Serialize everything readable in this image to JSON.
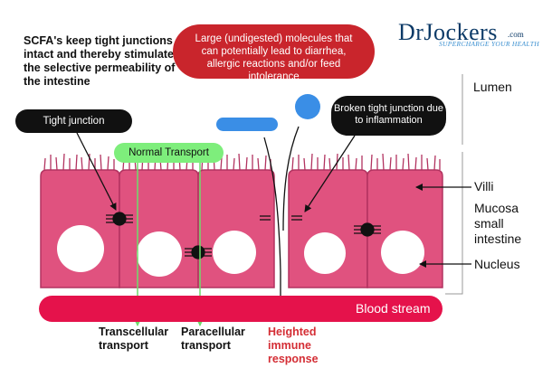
{
  "intro_text": "SCFA's keep tight junctions intact and thereby stimulate the selective permeability of the intestine",
  "danger_callout": "Large (undigested) molecules that can potentially lead to diarrhea, allergic reactions and/or feed intolerance",
  "logo": {
    "name": "DrJockers",
    "domain": ".com",
    "tagline": "SUPERCHARGE YOUR HEALTH"
  },
  "labels": {
    "tight_junction": "Tight junction",
    "broken_tight_junction": "Broken tight junction due to inflammation",
    "normal_transport": "Normal Transport",
    "lumen": "Lumen",
    "villi": "Villi",
    "mucosa": "Mucosa small intestine",
    "nucleus": "Nucleus",
    "blood_stream": "Blood stream",
    "transcellular": "Transcellular transport",
    "paracellular": "Paracellular transport",
    "immune_response": "Heighted immune response"
  },
  "colors": {
    "cell": "#e0527f",
    "cell_outline": "#b23360",
    "blood": "#e5124b",
    "danger": "#c9252c",
    "molecule": "#3a8ee6",
    "transport": "#7eee7c",
    "logo": "#0c3a67"
  }
}
